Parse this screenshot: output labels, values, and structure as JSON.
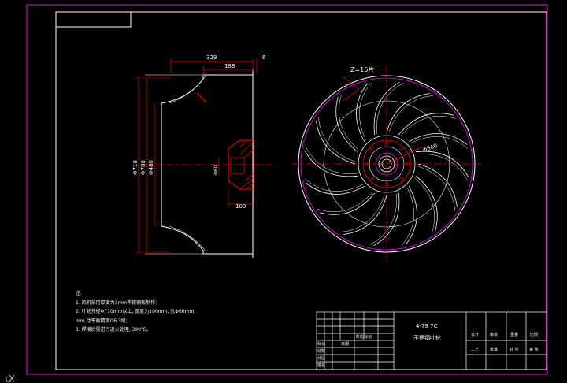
{
  "canvas_bg": "#000000",
  "colors": {
    "frame": "#ff00ff",
    "outline": "#ffffff",
    "center_line": "#ff0000",
    "dimension": "#ff0000",
    "hatch": "#ff0000",
    "accent": "#ff00ff"
  },
  "side_view": {
    "dim_top_overall": "329",
    "dim_top_inner": "188",
    "dim_top_right": "6",
    "dim_diameter_outer": "Φ710",
    "dim_diameter_mid": "Φ700",
    "dim_diameter_inner": "Φ480",
    "dim_hub_bore": "Φ60",
    "dim_hub_width": "100"
  },
  "front_view": {
    "blade_label": "Z=16片",
    "dim_bolt_circle": "Φ560"
  },
  "notes": {
    "heading": "注:",
    "lines": [
      "1. 风机采用厚度为3mm不锈钢板制作;",
      "2. 叶轮外径Φ710mm以上, 宽度为100mm, 孔Φ60mm",
      "mm,动平衡精度G6.3级;",
      "3. 焊接后需进行退火处理, 300℃。"
    ]
  },
  "title_block": {
    "title_line1": "4-79 7C",
    "title_line2": "不锈钢叶轮",
    "right_cells": [
      "设计",
      "审核",
      "重量",
      "比例"
    ],
    "right_bottom": [
      "工艺",
      "批准",
      "共 张",
      "第 张"
    ],
    "left_rows": [
      "标记",
      "处数",
      "分区",
      "签名",
      "日期"
    ],
    "left_mid": "阶段标记"
  },
  "ucs_icon": "ucs-icon"
}
